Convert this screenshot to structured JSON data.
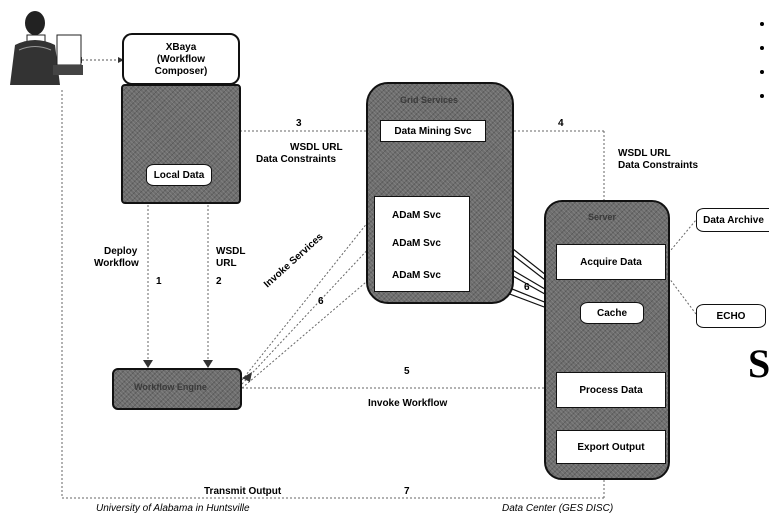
{
  "user_icon": "user-at-computer-icon",
  "xbaya": {
    "line1": "XBaya",
    "line2": "(Workflow",
    "line3": "Composer)"
  },
  "local_node": {
    "local_data": "Local Data"
  },
  "engine": {
    "title": "Workflow Engine"
  },
  "grid_services": {
    "title": "Grid Services",
    "data_mining": "Data Mining Svc",
    "adam": [
      "ADaM Svc",
      "ADaM Svc",
      "ADaM Svc"
    ]
  },
  "data_center_node": {
    "title": "Server",
    "acquire": "Acquire Data",
    "cache": "Cache",
    "process": "Process Data",
    "export": "Export Output"
  },
  "externals": {
    "archive": "Data Archive",
    "echo": "ECHO"
  },
  "steps": {
    "s1": "1",
    "s2": "2",
    "s3": "3",
    "s4": "4",
    "s5": "5",
    "s6a": "6",
    "s6b": "6",
    "s7": "7"
  },
  "labels": {
    "deploy1": "Deploy",
    "deploy2": "Workflow",
    "wsdl_left1": "WSDL",
    "wsdl_left2": "URL",
    "wsdl_mid1": "WSDL URL",
    "wsdl_mid2": "Data Constraints",
    "wsdl_right1": "WSDL URL",
    "wsdl_right2": "Data Constraints",
    "invoke_services": "Invoke Services",
    "invoke_workflow": "Invoke Workflow",
    "transmit": "Transmit Output"
  },
  "captions": {
    "uah": "University of Alabama in Huntsville",
    "dc": "Data Center (GES DISC)"
  },
  "edge_letter": "S"
}
